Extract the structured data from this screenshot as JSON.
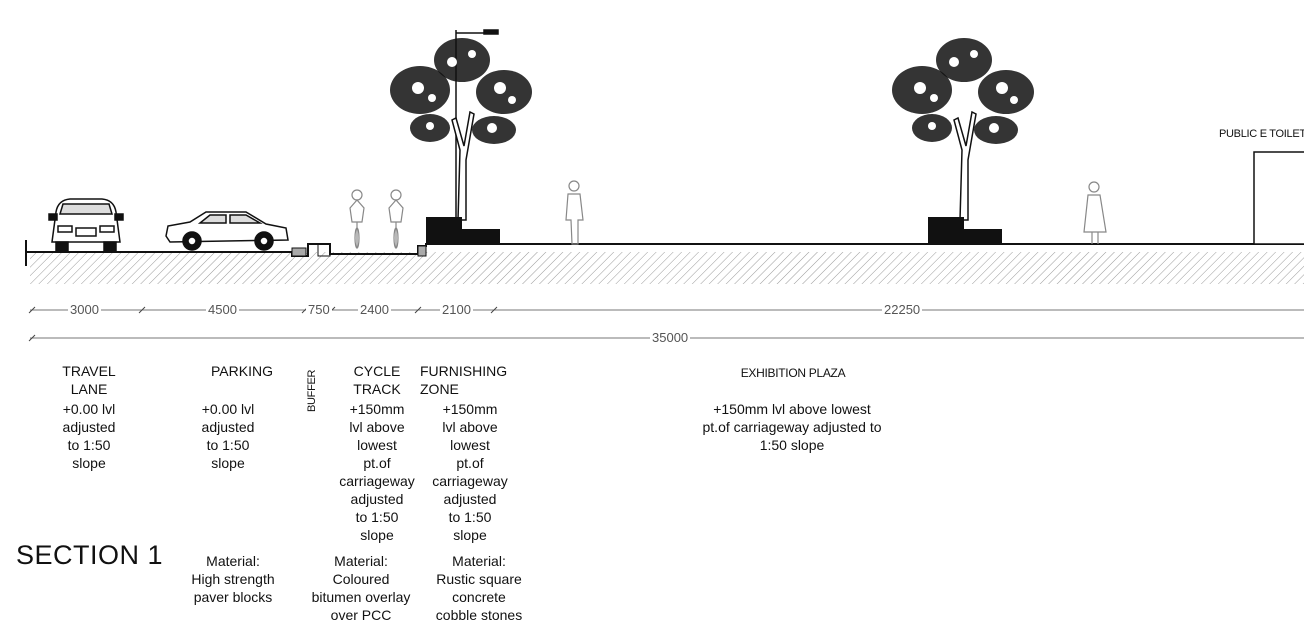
{
  "title": "SECTION 1",
  "dimensions": {
    "segments": [
      "3000",
      "4500",
      "750",
      "2400",
      "2100",
      "22250"
    ],
    "total": "35000"
  },
  "zones": {
    "travel_lane": {
      "name": "TRAVEL\nLANE",
      "level": "+0.00 lvl\nadjusted\nto 1:50\nslope"
    },
    "parking": {
      "name": "PARKING",
      "level": "+0.00 lvl\nadjusted\nto 1:50\nslope",
      "material": "Material:\nHigh strength\npaver blocks"
    },
    "buffer": {
      "name": "BUFFER"
    },
    "cycle_track": {
      "name": "CYCLE\nTRACK",
      "level": "+150mm\nlvl above\nlowest\npt.of\ncarriageway\nadjusted\nto 1:50\nslope",
      "material": "Material:\nColoured\nbitumen overlay\nover PCC"
    },
    "furnishing_zone": {
      "name": "FURNISHING\nZONE",
      "level": "+150mm\nlvl above\nlowest\npt.of\ncarriageway\nadjusted\nto 1:50\nslope",
      "material": "Material:\nRustic square\nconcrete\ncobble stones"
    },
    "exhibition_plaza": {
      "name": "EXHIBITION PLAZA",
      "level": "+150mm lvl above lowest\npt.of carriageway adjusted to\n1:50 slope"
    }
  },
  "structure": {
    "toilets": "PUBLIC E TOILETS"
  },
  "icons": [
    "car-front-icon",
    "car-side-icon",
    "cyclist-icon",
    "tree-icon",
    "pedestrian-icon",
    "street-lamp-icon"
  ],
  "colors": {
    "ink": "#111111",
    "hatch": "#9a9a9a",
    "dimension": "#666666"
  }
}
